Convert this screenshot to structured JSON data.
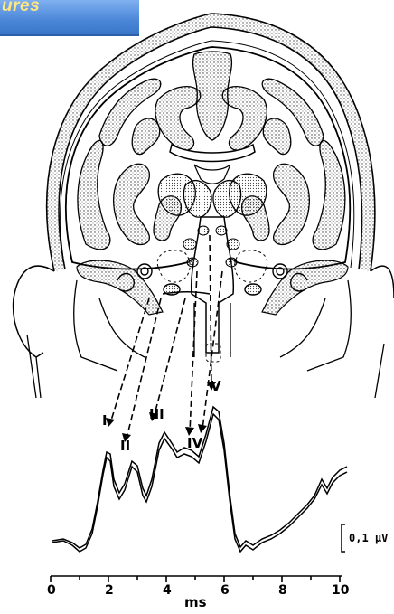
{
  "header": {
    "title": "ures"
  },
  "waves": [
    "I",
    "II",
    "III",
    "IV",
    "V"
  ],
  "axis": {
    "ticks": [
      "0",
      "2",
      "4",
      "6",
      "8",
      "10"
    ],
    "unit": "ms"
  },
  "scale": {
    "label": "0,1 μV"
  },
  "colors": {
    "header_bg": "#4a86d8",
    "header_text": "#ffe680"
  }
}
